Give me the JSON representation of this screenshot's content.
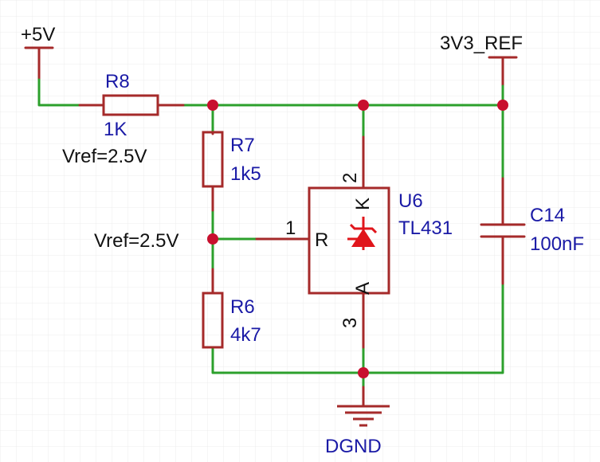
{
  "power": {
    "vcc_label": "+5V",
    "ref_label": "3V3_REF",
    "ground_label": "DGND"
  },
  "components": {
    "r8": {
      "designator": "R8",
      "value": "1K"
    },
    "r7": {
      "designator": "R7",
      "value": "1k5"
    },
    "r6": {
      "designator": "R6",
      "value": "4k7"
    },
    "u6": {
      "designator": "U6",
      "part": "TL431",
      "pin_cathode": "K",
      "pin_ref": "R",
      "pin_anode": "A",
      "pin_num_ref": "1",
      "pin_num_cathode": "2",
      "pin_num_anode": "3"
    },
    "c14": {
      "designator": "C14",
      "value": "100nF"
    }
  },
  "notes": {
    "vref_top": "Vref=2.5V",
    "vref_node": "Vref=2.5V"
  },
  "colors": {
    "wire": "#2ca02c",
    "component": "#a52a2a",
    "junction": "#c8102e",
    "designator_text": "#1a1aa6",
    "note_text": "#111111",
    "diode": "#e0151b",
    "grid": "#ececec"
  }
}
